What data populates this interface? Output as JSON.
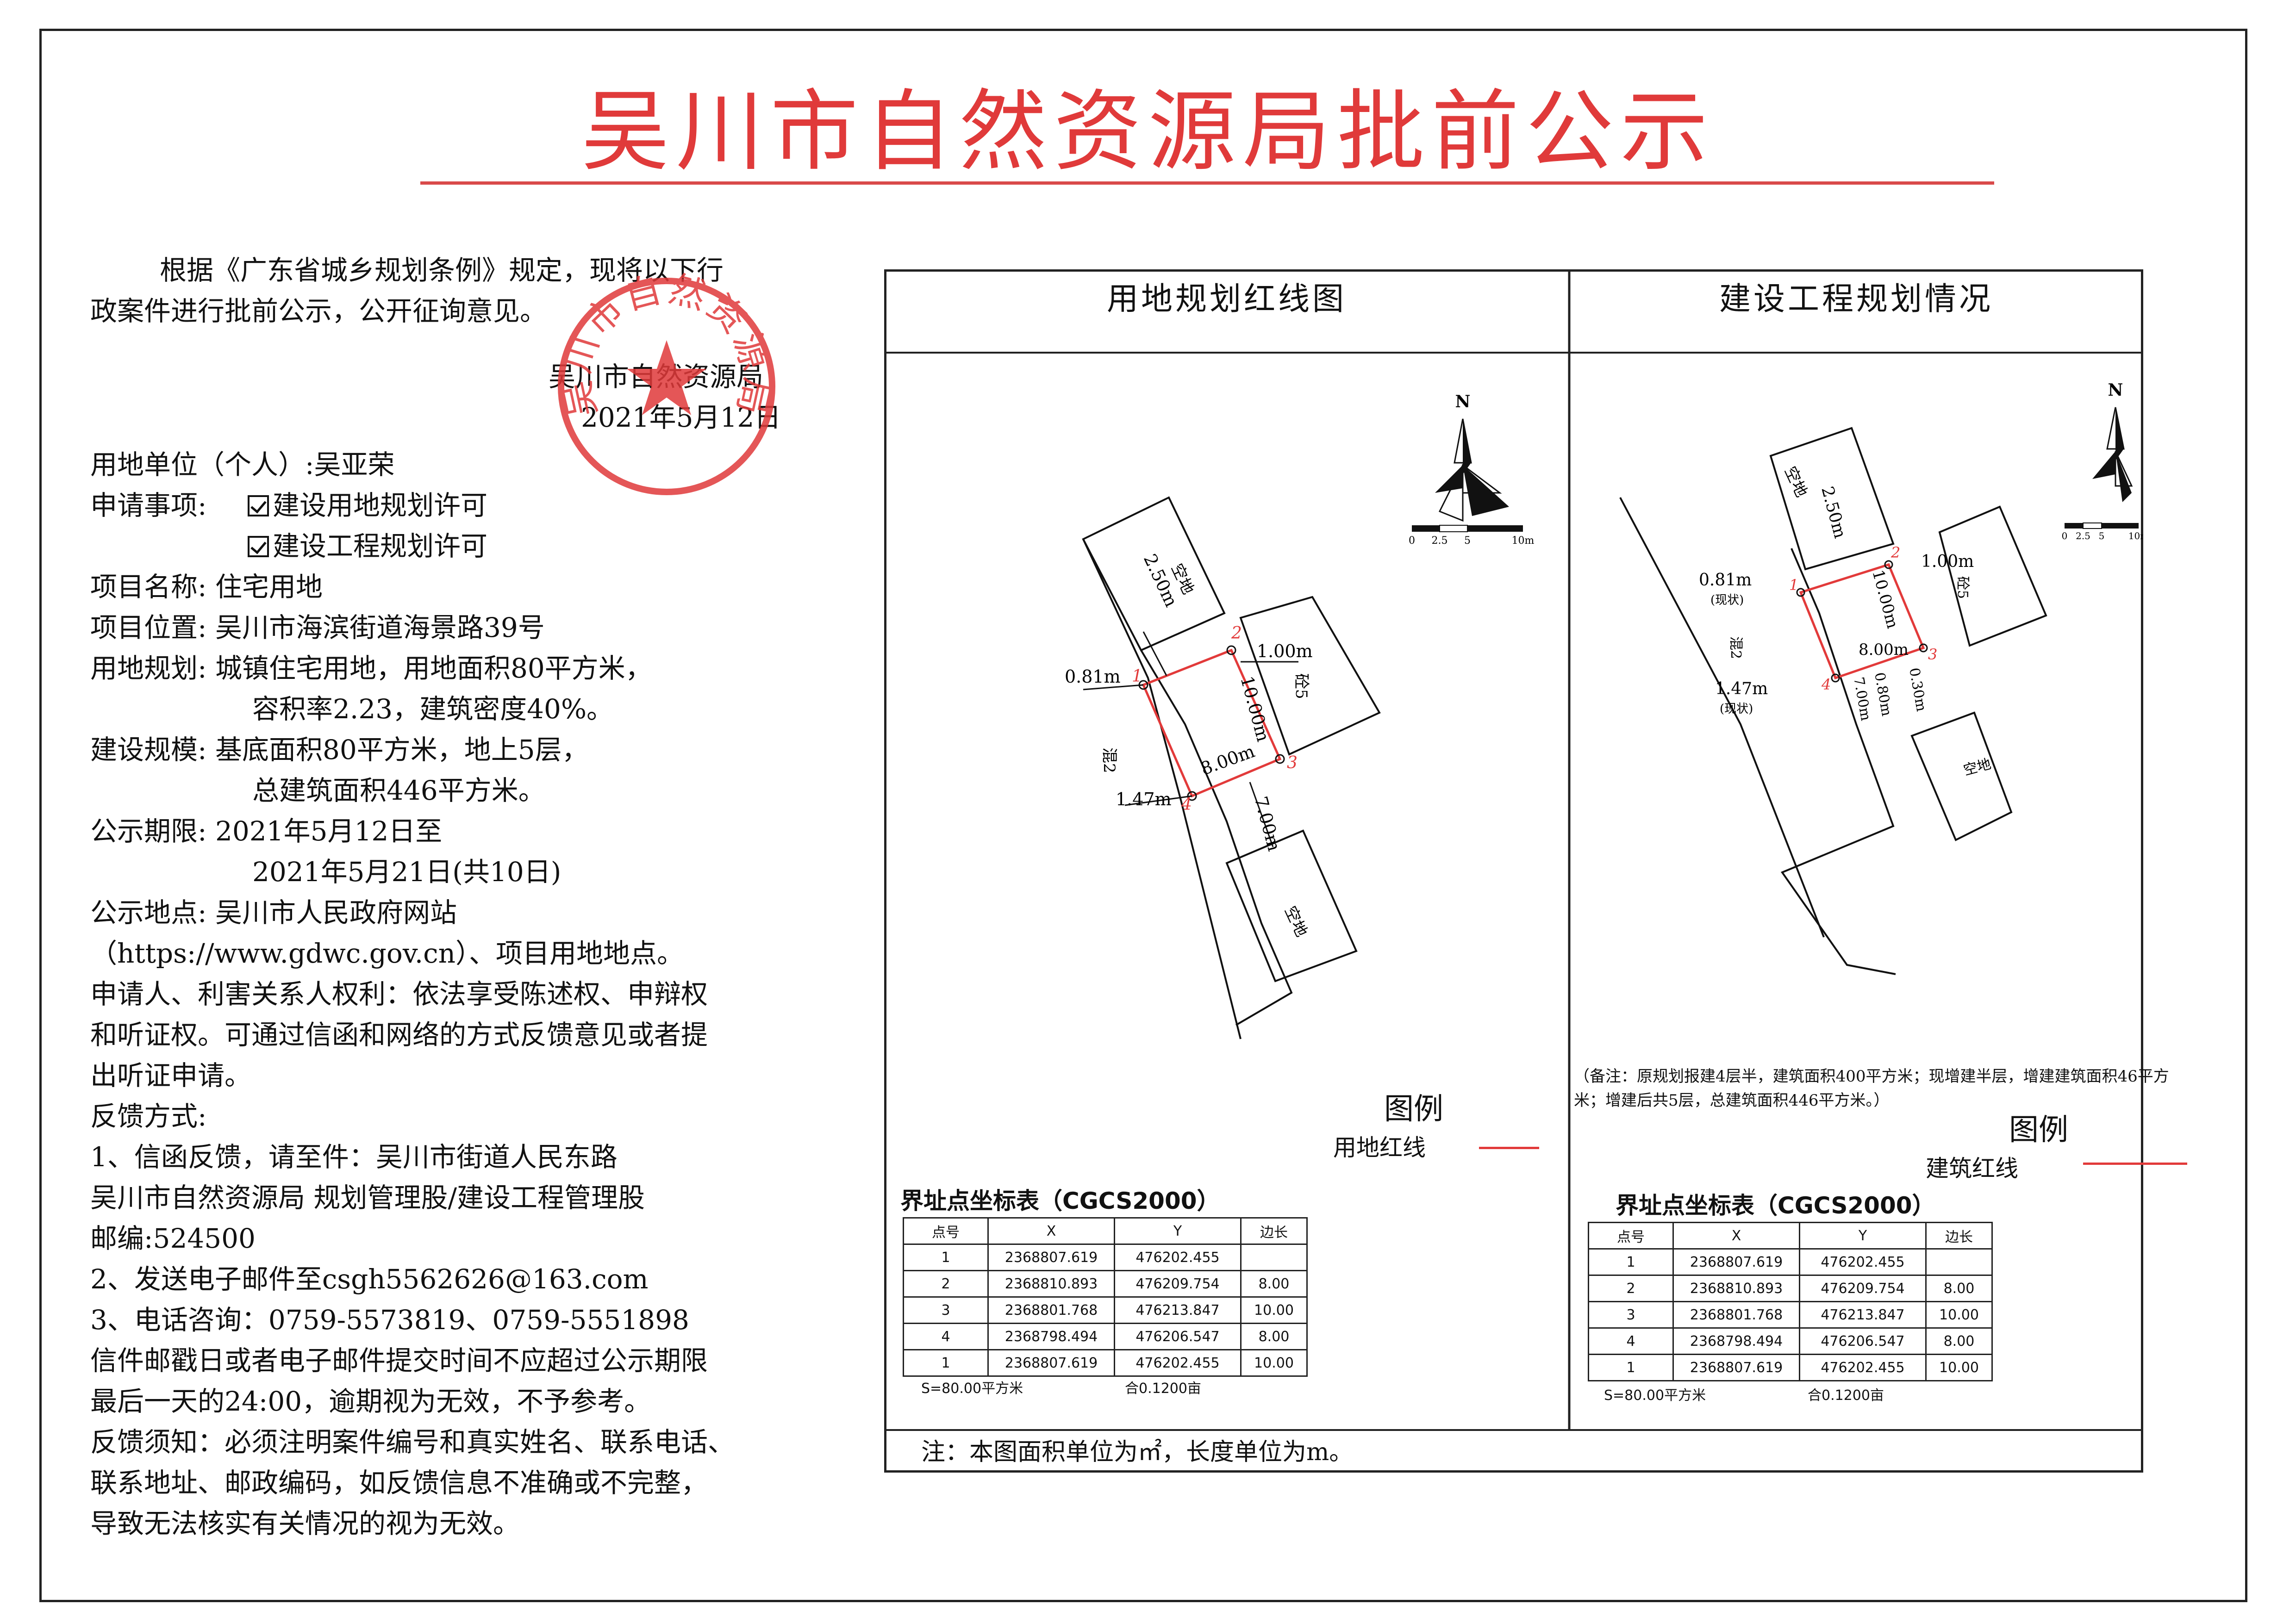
{
  "title": "吴川市自然资源局批前公示",
  "intro": {
    "line1": "根据《广东省城乡规划条例》规定，现将以下行",
    "line2": "政案件进行批前公示，公开征询意见。",
    "issuer": "吴川市自然资源局",
    "date": "2021年5月12日"
  },
  "stamp": {
    "text": "吴川市自然资源局"
  },
  "fields": {
    "applicant": "用地单位（个人）:吴亚荣",
    "matters_label": "申请事项:",
    "matter1": "建设用地规划许可",
    "matter2": "建设工程规划许可",
    "project_name": "项目名称:  住宅用地",
    "project_location": "项目位置:  吴川市海滨街道海景路39号",
    "land_plan_1": "用地规划:  城镇住宅用地，用地面积80平方米，",
    "land_plan_2": "容积率2.23，建筑密度40%。",
    "scale_1": "建设规模:  基底面积80平方米，地上5层，",
    "scale_2": "总建筑面积446平方米。",
    "period_1": "公示期限:  2021年5月12日至",
    "period_2": "2021年5月21日(共10日)",
    "place_1": "公示地点:  吴川市人民政府网站",
    "place_2": "（https://www.gdwc.gov.cn）、项目用地地点。",
    "rights_1": "申请人、利害关系人权利：依法享受陈述权、申辩权",
    "rights_2": "和听证权。可通过信函和网络的方式反馈意见或者提",
    "rights_3": "出听证申请。",
    "feedback_label": "反馈方式:",
    "fb_1": "1、信函反馈，请至件：吴川市街道人民东路",
    "fb_2": "吴川市自然资源局  规划管理股/建设工程管理股",
    "fb_3": "邮编:524500",
    "fb_4": "2、发送电子邮件至csgh5562626@163.com",
    "fb_5": "3、电话咨询：0759-5573819、0759-5551898",
    "fb_6": "信件邮戳日或者电子邮件提交时间不应超过公示期限",
    "fb_7": "最后一天的24:00，逾期视为无效，不予参考。",
    "notice_1": "反馈须知：必须注明案件编号和真实姓名、联系电话、",
    "notice_2": "联系地址、邮政编码，如反馈信息不准确或不完整，",
    "notice_3": "导致无法核实有关情况的视为无效。"
  },
  "panels": {
    "left_title": "用地规划红线图",
    "right_title": "建设工程规划情况"
  },
  "diagram_labels": {
    "north": "N",
    "scale": [
      "0",
      "2.5",
      "5",
      "10m"
    ],
    "empty_lot": "空地",
    "mixed_2": "混2",
    "mixed_5": "砼5",
    "d_250": "2.50m",
    "d_081": "0.81m",
    "d_100": "1.00m",
    "d_1000": "10.00m",
    "d_800": "8.00m",
    "d_147": "1.47m",
    "d_700": "7.00m",
    "d_030": "0.30m",
    "d_080": "0.80m",
    "existing": "(现状)",
    "p1": "1",
    "p2": "2",
    "p3": "3",
    "p4": "4"
  },
  "remark": "（备注：原规划报建4层半，建筑面积400平方米；现增建半层，增建建筑面积46平方米；增建后共5层，总建筑面积446平方米。）",
  "legend": {
    "title": "图例",
    "left_label": "用地红线",
    "right_label": "建筑红线",
    "line_color": "#e23a3a"
  },
  "coord_table": {
    "title": "界址点坐标表（CGCS2000）",
    "headers": [
      "点号",
      "X",
      "Y",
      "边长"
    ],
    "rows": [
      [
        "1",
        "2368807.619",
        "476202.455"
      ],
      [
        "2",
        "2368810.893",
        "476209.754"
      ],
      [
        "3",
        "2368801.768",
        "476213.847"
      ],
      [
        "4",
        "2368798.494",
        "476206.547"
      ],
      [
        "1",
        "2368807.619",
        "476202.455"
      ]
    ],
    "edges": [
      "8.00",
      "10.00",
      "8.00",
      "10.00"
    ],
    "area": "S=80.00平方米",
    "area_mu": "合0.1200亩"
  },
  "footnote": "注：本图面积单位为㎡，长度单位为m。",
  "colors": {
    "title_red": "#e03a3a",
    "stamp_red": "#e0393a",
    "boundary_red": "#e23a3a"
  }
}
